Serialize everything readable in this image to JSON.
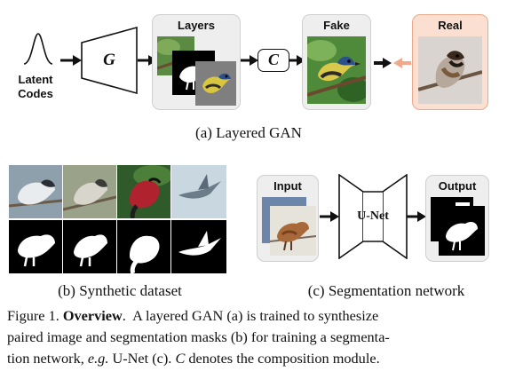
{
  "top": {
    "latent_label_line1": "Latent",
    "latent_label_line2": "Codes",
    "generator_label": "G",
    "layers_title": "Layers",
    "composition_label": "C",
    "fake_title": "Fake",
    "real_title": "Real",
    "caption": "(a) Layered GAN"
  },
  "bottom_left": {
    "caption": "(b) Synthetic dataset"
  },
  "bottom_right": {
    "input_title": "Input",
    "network_label": "U-Net",
    "output_title": "Output",
    "caption": "(c) Segmentation network"
  },
  "figure_caption": {
    "prefix": "Figure 1. ",
    "bold": "Overview",
    "line1_rest": ".  A layered GAN (a) is trained to synthesize",
    "line2": "paired image and segmentation masks (b) for training a segmenta-",
    "line3_a": "tion network, ",
    "line3_italic": "e.g.",
    "line3_b": " U-Net (c). ",
    "line3_c_symbol": "C",
    "line3_c": " denotes the composition module."
  },
  "colors": {
    "panel_bg": "#eeeeee",
    "real_panel_bg": "#fbe0d2",
    "real_panel_border": "#e9a98a",
    "real_arrow": "#f0a98a",
    "sky_bg": "#6f8fa0",
    "leaf_green": "#3f8a2e"
  }
}
